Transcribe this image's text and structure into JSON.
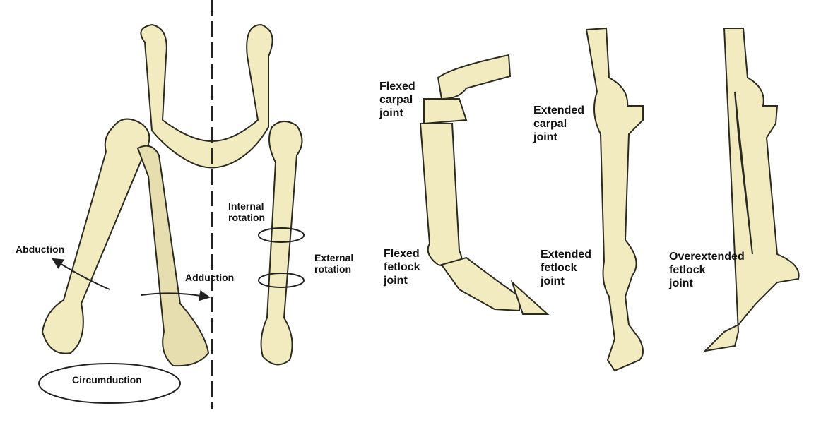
{
  "colors": {
    "bone": "#f1ebbf",
    "outline": "#2a2a20",
    "shade": "#d9d09a"
  },
  "hip_panel": {
    "abduction": "Abduction",
    "adduction": "Adduction",
    "internal_rotation": [
      "Internal",
      "rotation"
    ],
    "external_rotation": [
      "External",
      "rotation"
    ],
    "circumduction": "Circumduction"
  },
  "limb_panel": {
    "flexed_carpal": [
      "Flexed",
      "carpal",
      "joint"
    ],
    "flexed_fetlock": [
      "Flexed",
      "fetlock",
      "joint"
    ],
    "extended_carpal": [
      "Extended",
      "carpal",
      "joint"
    ],
    "extended_fetlock": [
      "Extended",
      "fetlock",
      "joint"
    ],
    "overextended_fetlock": [
      "Overextended",
      "fetlock",
      "joint"
    ]
  }
}
